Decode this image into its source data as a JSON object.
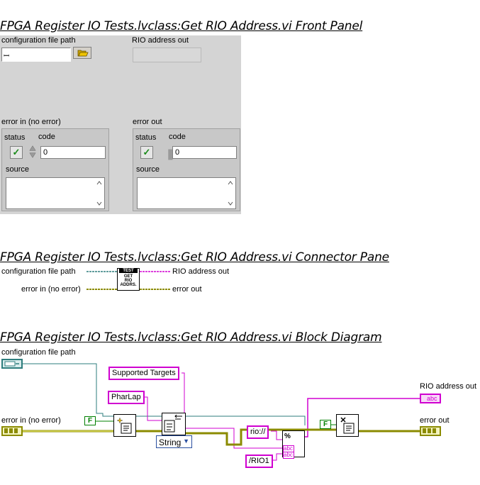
{
  "front_panel": {
    "title": "FPGA Register IO Tests.lvclass:Get RIO Address.vi Front Panel",
    "config_path_label": "configuration file path",
    "path_icon_glyph": "ꟷ",
    "rio_address_label": "RIO address out",
    "error_in": {
      "label": "error in (no error)",
      "status_label": "status",
      "code_label": "code",
      "code_value": "0",
      "source_label": "source"
    },
    "error_out": {
      "label": "error out",
      "status_label": "status",
      "code_label": "code",
      "code_value": "0",
      "source_label": "source"
    }
  },
  "connector_pane": {
    "title": "FPGA Register IO Tests.lvclass:Get RIO Address.vi Connector Pane",
    "left_terminals": [
      "configuration file path",
      "error in (no error)"
    ],
    "right_terminals": [
      "RIO address out",
      "error out"
    ],
    "icon_lines": [
      "TEST",
      "GET",
      "RIO",
      "ADDRS."
    ]
  },
  "block_diagram": {
    "title": "FPGA Register IO Tests.lvclass:Get RIO Address.vi Block Diagram",
    "config_path_label": "configuration file path",
    "error_in_label": "error in (no error)",
    "supported_targets": "Supported Targets",
    "pharlap": "PharLap",
    "string_type": "String",
    "rio_prefix": "rio://",
    "rio_suffix": "/RIO1",
    "false_constant": "F",
    "rio_address_out_label": "RIO address out",
    "error_out_label": "error out",
    "abc_label": "abc",
    "format_glyph": "%"
  },
  "colors": {
    "path_wire": "#2e7d7d",
    "string_wire": "#d000d0",
    "error_wire": "#8b8b00",
    "bool_wire": "#008000"
  }
}
